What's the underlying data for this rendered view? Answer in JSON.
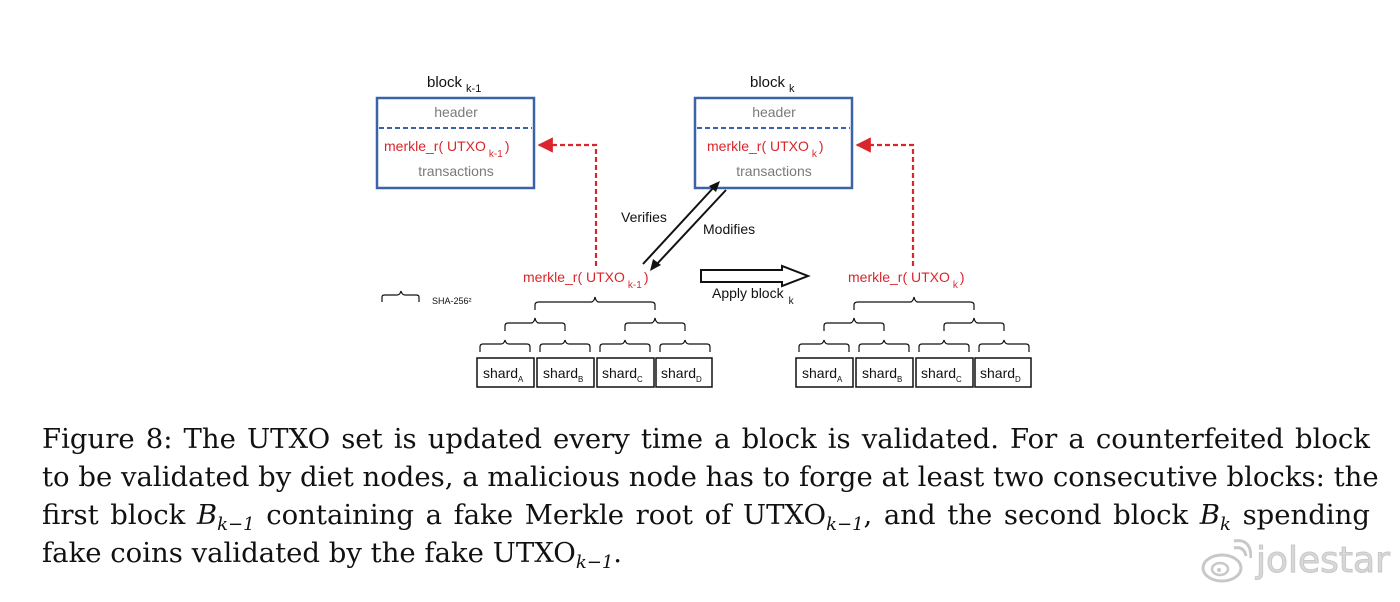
{
  "figure": {
    "block_prev": {
      "title": "block",
      "title_sub": "k-1",
      "header": "header",
      "merkle_prefix": "merkle_r( UTXO",
      "merkle_sub": "k-1",
      "merkle_suffix": ")",
      "transactions": "transactions"
    },
    "block_curr": {
      "title": "block",
      "title_sub": "k",
      "header": "header",
      "merkle_prefix": "merkle_r( UTXO",
      "merkle_sub": "k",
      "merkle_suffix": ")",
      "transactions": "transactions"
    },
    "verifies": "Verifies",
    "modifies": "Modifies",
    "apply_block": "Apply block",
    "apply_block_sub": "k",
    "legend_sha": "SHA-256²",
    "tree_left": {
      "root_prefix": "merkle_r( UTXO",
      "root_sub": "k-1",
      "root_suffix": ")",
      "shards": [
        {
          "label": "shard",
          "sub": "A"
        },
        {
          "label": "shard",
          "sub": "B"
        },
        {
          "label": "shard",
          "sub": "C"
        },
        {
          "label": "shard",
          "sub": "D"
        }
      ]
    },
    "tree_right": {
      "root_prefix": "merkle_r( UTXO",
      "root_sub": "k",
      "root_suffix": ")",
      "shards": [
        {
          "label": "shard",
          "sub": "A"
        },
        {
          "label": "shard",
          "sub": "B"
        },
        {
          "label": "shard",
          "sub": "C"
        },
        {
          "label": "shard",
          "sub": "D"
        }
      ]
    },
    "colors": {
      "box_border": "#3a63a8",
      "red": "#d9262c",
      "gray_text": "#7a7a7a"
    }
  },
  "caption": {
    "line1": "Figure 8: The UTXO set is updated every time a block is validated. For a counterfeited block",
    "line2": "to be validated by diet nodes, a malicious node has to forge at least two consecutive blocks: the",
    "line3_a": "first block",
    "line3_B1": "B",
    "line3_sub1": "k−1",
    "line3_b": "containing a fake Merkle root of UTXO",
    "line3_sub2": "k−1",
    "line3_c": ", and the second block",
    "line3_B2": "B",
    "line3_sub3": "k",
    "line3_d": "spending",
    "line4_a": "fake coins validated by the fake UTXO",
    "line4_sub": "k−1",
    "line4_b": "."
  },
  "watermark": {
    "text": "jolestar",
    "icon": "weibo-icon"
  }
}
